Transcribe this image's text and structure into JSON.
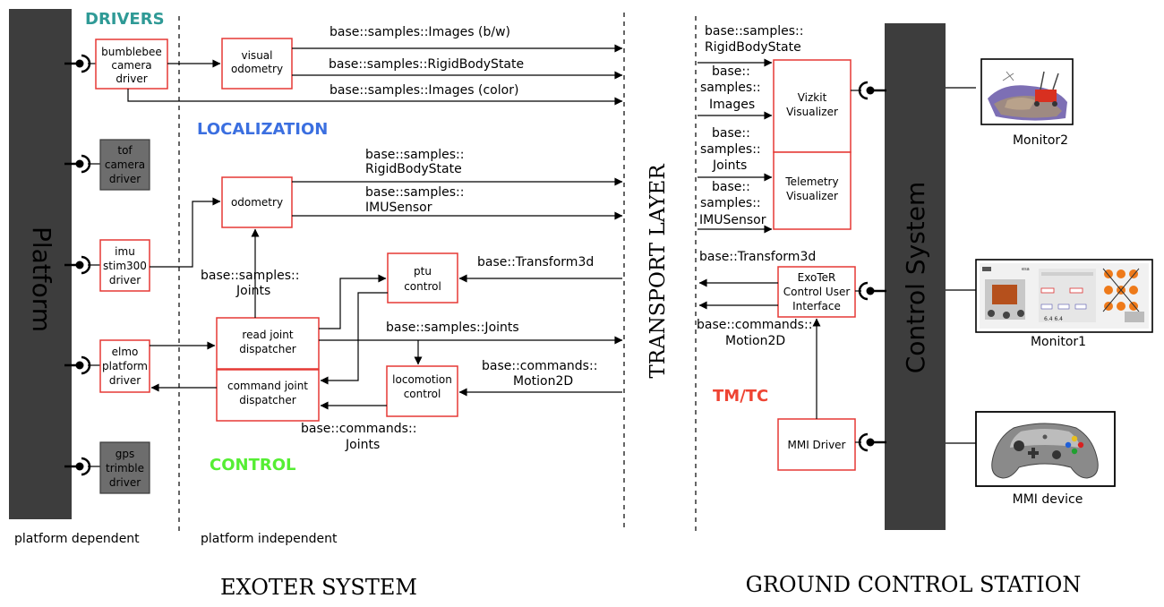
{
  "colors": {
    "bar": "#3d3d3d",
    "box_border": "#e53935",
    "gray_box_fill": "#6d6d6d",
    "drivers": "#2f9a96",
    "localization": "#3b6fe0",
    "control": "#55ee33",
    "tmtc": "#ee4433",
    "text": "#000000"
  },
  "left_bar": {
    "label": "Platform"
  },
  "right_bar": {
    "label": "Control System"
  },
  "sections": {
    "drivers": "DRIVERS",
    "localization": "LOCALIZATION",
    "control": "CONTROL",
    "tmtc": "TM/TC",
    "transport_layer": "TRANSPORT LAYER"
  },
  "footers": {
    "platform_dependent": "platform dependent",
    "platform_independent": "platform independent",
    "exoter_system": "EXOTER SYSTEM",
    "ground_control_station": "GROUND CONTROL STATION"
  },
  "drivers": {
    "bumblebee": [
      "bumblebee",
      "camera",
      "driver"
    ],
    "tof": [
      "tof",
      "camera",
      "driver"
    ],
    "imu": [
      "imu",
      "stim300",
      "driver"
    ],
    "elmo": [
      "elmo",
      "platform",
      "driver"
    ],
    "gps": [
      "gps",
      "trimble",
      "driver"
    ]
  },
  "components": {
    "visual_odometry": [
      "visual",
      "odometry"
    ],
    "odometry": [
      "odometry"
    ],
    "ptu_control": [
      "ptu",
      "control"
    ],
    "read_joint_dispatcher": [
      "read joint",
      "dispatcher"
    ],
    "command_joint_dispatcher": [
      "command joint",
      "dispatcher"
    ],
    "locomotion_control": [
      "locomotion",
      "control"
    ],
    "vizkit_visualizer": [
      "Vizkit",
      "Visualizer"
    ],
    "telemetry_visualizer": [
      "Telemetry",
      "Visualizer"
    ],
    "exoter_control_ui": [
      "ExoTeR",
      "Control User",
      "Interface"
    ],
    "mmi_driver": [
      "MMI Driver"
    ]
  },
  "flow_labels": {
    "images_bw": "base::samples::Images (b/w)",
    "rbs_vo": "base::samples::RigidBodyState",
    "images_color": "base::samples::Images (color)",
    "rbs_odo": [
      "base::samples::",
      "RigidBodyState"
    ],
    "imu_sensor": [
      "base::samples::",
      "IMUSensor"
    ],
    "joints_up": [
      "base::samples::",
      "Joints"
    ],
    "transform3d_ptu": "base::Transform3d",
    "joints_out": "base::samples::Joints",
    "motion2d_in": [
      "base::commands::",
      "Motion2D"
    ],
    "cmd_joints": [
      "base::commands::",
      "Joints"
    ],
    "gcs_rbs": [
      "base::samples::",
      "RigidBodyState"
    ],
    "gcs_images": [
      "base::",
      "samples::",
      "Images"
    ],
    "gcs_joints": [
      "base::",
      "samples::",
      "Joints"
    ],
    "gcs_imu": [
      "base::",
      "samples::",
      "IMUSensor"
    ],
    "gcs_transform3d": "base::Transform3d",
    "gcs_motion2d": [
      "base::commands::",
      "Motion2D"
    ]
  },
  "devices": {
    "monitor2": "Monitor2",
    "monitor1": "Monitor1",
    "mmi_device": "MMI device"
  },
  "icons": {
    "sockets": "socket-connector-icon",
    "monitor2_image": "point-cloud-rover-icon",
    "monitor1_image": "control-gui-screenshot-icon",
    "mmi_image": "gamepad-icon"
  }
}
